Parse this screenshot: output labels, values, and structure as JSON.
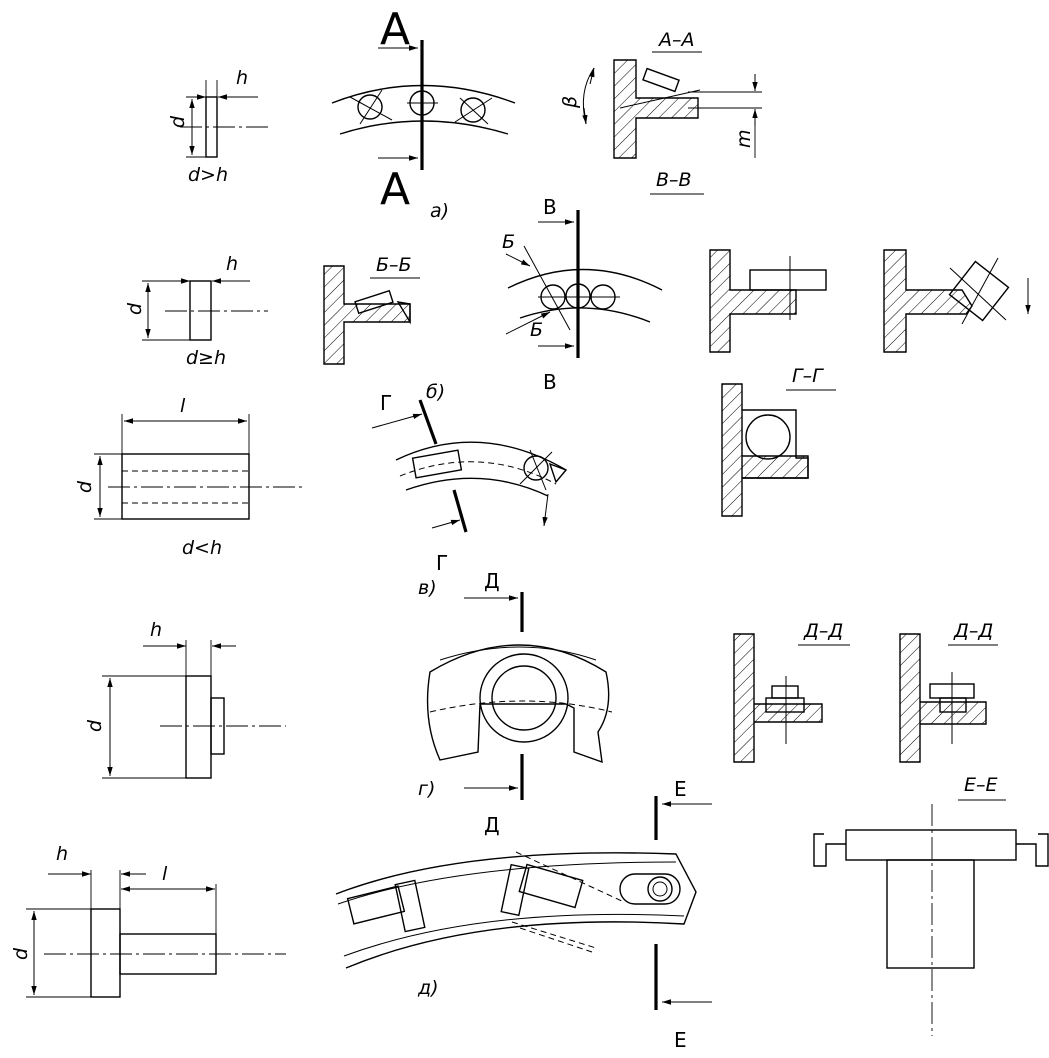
{
  "sections": {
    "a": "А",
    "v": "В",
    "g": "Г",
    "d": "Д",
    "e": "Е"
  },
  "section_titles": {
    "aa": "А–А",
    "bb": "Б–Б",
    "vv": "В–В",
    "gg": "Г–Г",
    "dd1": "Д–Д",
    "dd2": "Д–Д",
    "ee": "Е–Е"
  },
  "cutting_labels": {
    "b": "Б"
  },
  "variants": {
    "a": "а)",
    "b": "б)",
    "v": "в)",
    "g": "г)",
    "d": "д)"
  },
  "conditions": {
    "a": "d>h",
    "b": "d≥h",
    "v": "d<h"
  },
  "symbols": {
    "h": "h",
    "d": "d",
    "l": "l",
    "m": "m",
    "beta": "β"
  }
}
